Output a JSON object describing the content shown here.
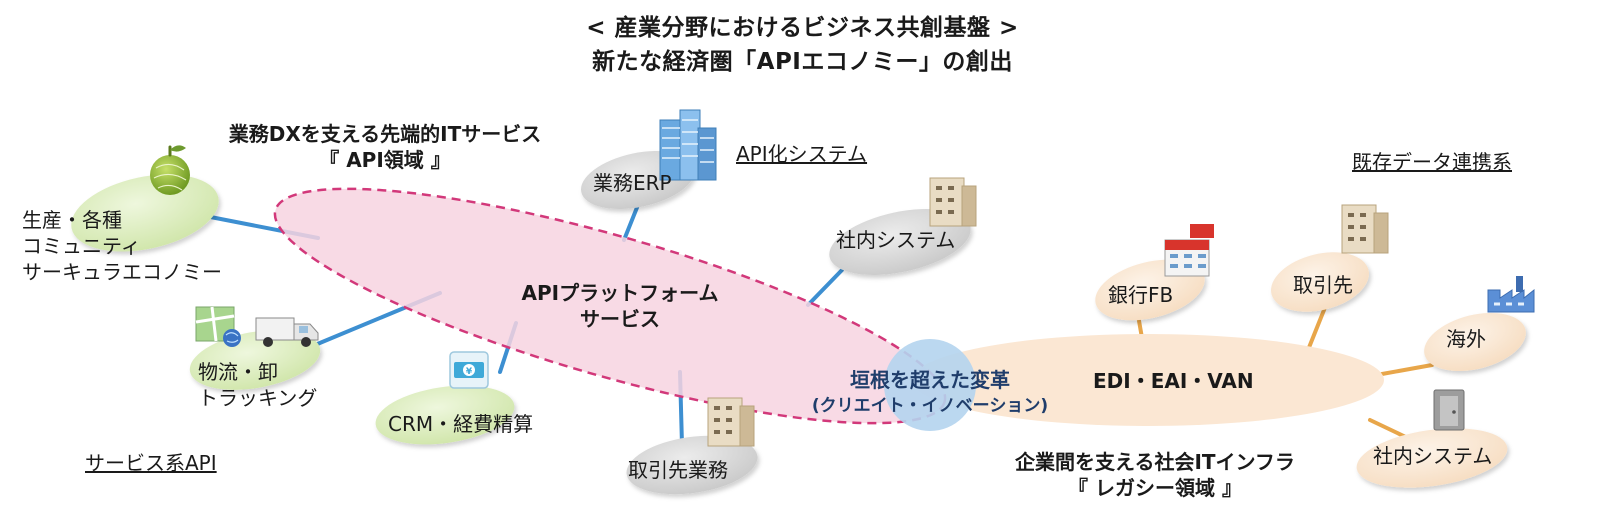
{
  "title": {
    "line1": "< 産業分野におけるビジネス共創基盤 >",
    "line2": "新たな経済圏「APIエコノミー」の創出"
  },
  "api_area": {
    "heading1": "業務DXを支える先端的ITサービス",
    "heading2": "『 API領域 』",
    "platform1": "APIプラットフォーム",
    "platform2": "サービス"
  },
  "legacy_area": {
    "core": "EDI・EAI・VAN",
    "heading1": "企業間を支える社会ITインフラ",
    "heading2": "『 レガシー領域 』"
  },
  "innovation": {
    "line1": "垣根を超えた変革",
    "line2": "(クリエイト・イノベーション)"
  },
  "nodes": {
    "community1": "生産・各種",
    "community2": "コミュニティ",
    "community3": "サーキュラエコノミー",
    "logistics1": "物流・卸",
    "logistics2": "トラッキング",
    "crm": "CRM・経費精算",
    "partner_ops": "取引先業務",
    "erp": "業務ERP",
    "internal_api": "社内システム",
    "bank": "銀行FB",
    "partner": "取引先",
    "overseas": "海外",
    "internal_legacy": "社内システム"
  },
  "section_labels": {
    "service_api": "サービス系API",
    "api_systems": "API化システム",
    "existing_data": "既存データ連携系"
  },
  "colors": {
    "api_ellipse_fill": "#f7d3e1",
    "api_ellipse_stroke": "#d2387a",
    "legacy_ellipse_fill": "#fbe7d3",
    "innovation_circle": "#b4d4ee",
    "node_gray": "#d3d3d3",
    "node_green": "#d7ebb7",
    "node_peach": "#fbe7d3",
    "connector_blue": "#3d8fd1",
    "connector_orange": "#e8a64a"
  },
  "icons": [
    "melon-icon",
    "map-icon",
    "truck-icon",
    "yen-card-icon",
    "office-tower-icon",
    "building-icon",
    "bank-icon",
    "factory-icon",
    "door-icon"
  ]
}
